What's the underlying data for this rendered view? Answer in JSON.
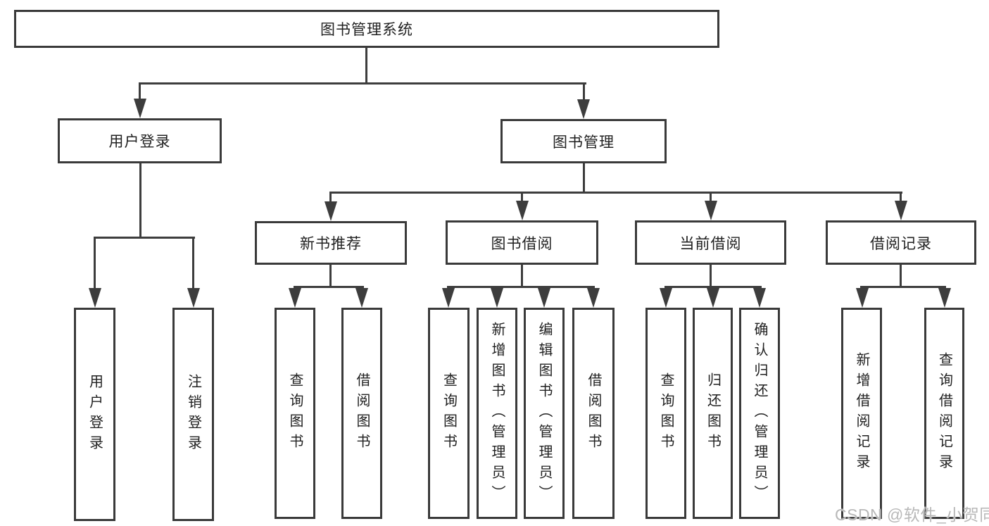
{
  "colors": {
    "line": "#3d3d3d",
    "box_border": "#3a3a3a",
    "text": "#212121",
    "background": "#ffffff",
    "watermark_text": "#b8b8b8"
  },
  "watermark": "CSDN @软件_小贺同学",
  "tree": {
    "root": "图书管理系统",
    "branches": [
      {
        "label": "用户登录",
        "leaves": [
          "用户登录",
          "注销登录"
        ]
      },
      {
        "label": "图书管理",
        "groups": [
          {
            "label": "新书推荐",
            "leaves": [
              "查询图书",
              "借阅图书"
            ]
          },
          {
            "label": "图书借阅",
            "leaves": [
              "查询图书",
              "新增图书（管理员）",
              "编辑图书（管理员）",
              "借阅图书"
            ]
          },
          {
            "label": "当前借阅",
            "leaves": [
              "查询图书",
              "归还图书",
              "确认归还（管理员）"
            ]
          },
          {
            "label": "借阅记录",
            "leaves": [
              "新增借阅记录",
              "查询借阅记录"
            ]
          }
        ]
      }
    ]
  }
}
